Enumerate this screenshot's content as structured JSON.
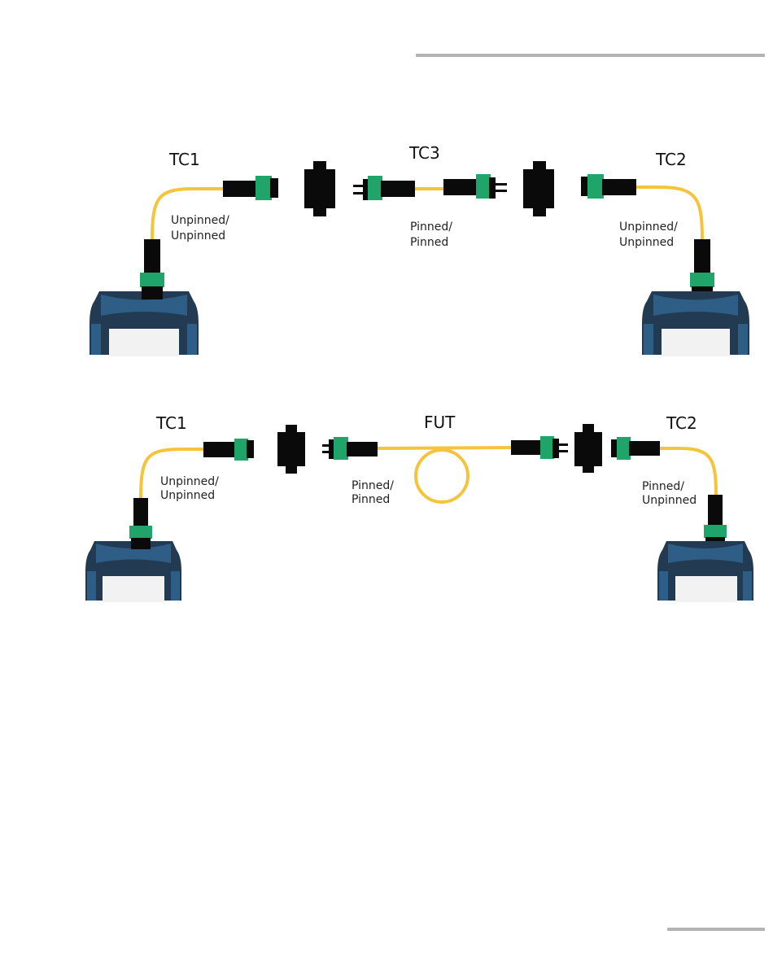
{
  "colors": {
    "fiber": "#f6c33c",
    "connector_body": "#0a0a0a",
    "connector_band": "#1fa46a",
    "device_body": "#223a52",
    "device_accent": "#2e5d86",
    "device_screen": "#f2f2f2"
  },
  "diagram_top": {
    "tc1": {
      "label": "TC1",
      "type_line1": "Unpinned/",
      "type_line2": "Unpinned"
    },
    "tc3": {
      "label": "TC3",
      "type_line1": "Pinned/",
      "type_line2": "Pinned"
    },
    "tc2": {
      "label": "TC2",
      "type_line1": "Unpinned/",
      "type_line2": "Unpinned"
    }
  },
  "diagram_bottom": {
    "tc1": {
      "label": "TC1",
      "type_line1": "Unpinned/",
      "type_line2": "Unpinned"
    },
    "fut": {
      "label": "FUT",
      "type_line1": "Pinned/",
      "type_line2": "Pinned"
    },
    "tc2": {
      "label": "TC2",
      "type_line1": "Pinned/",
      "type_line2": "Unpinned"
    }
  },
  "icons": {
    "device": "test-instrument-icon",
    "adapter": "mating-adapter-icon",
    "connector": "mpo-connector-icon",
    "fiber_spool": "fiber-loop-icon"
  }
}
